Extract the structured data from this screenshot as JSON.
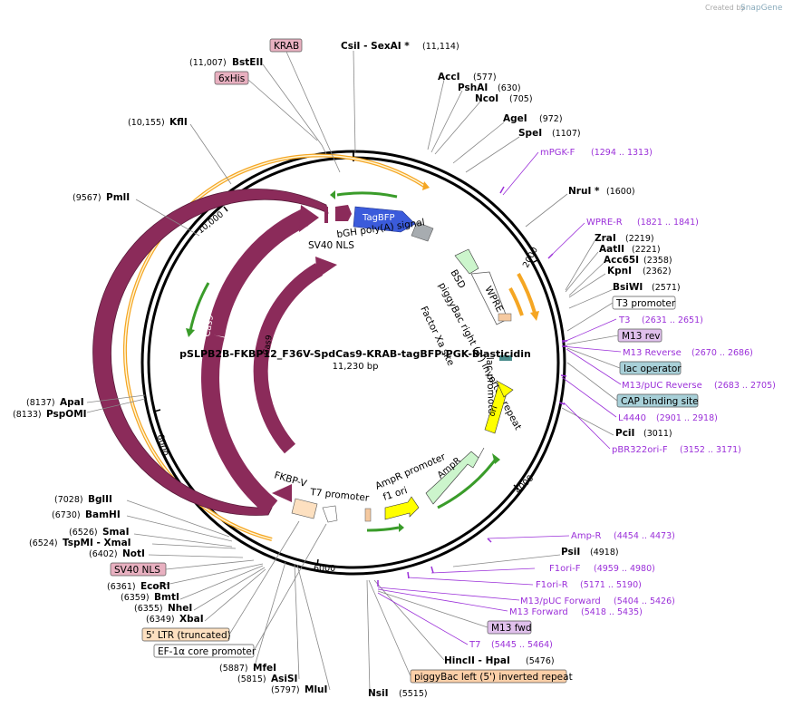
{
  "watermark": {
    "created_by": "Created by",
    "brand": "SnapGene"
  },
  "plasmid": {
    "name": "pSLPB2B-FKBP12_F36V-SpdCas9-KRAB-tagBFP-PGK-Blasticidin",
    "size": "11,230 bp"
  },
  "ruler_ticks": [
    "2000",
    "4000",
    "6000",
    "8000",
    "10,000"
  ],
  "colors": {
    "cas9": "#8b2b5a",
    "tagbfp": "#3b5bdb",
    "ori": "#ffff00",
    "ampr": "#ccf5cc",
    "orange": "#f5a623",
    "primer": "#9b30d9",
    "greenarrow": "#3a9c2a"
  },
  "enzymes_left": [
    {
      "pos": "(11,007)",
      "name": "BstEII"
    },
    {
      "pos": "(10,155)",
      "name": "KflI"
    },
    {
      "pos": "(9567)",
      "name": "PmlI"
    },
    {
      "pos": "(8137)",
      "name": "ApaI"
    },
    {
      "pos": "(8133)",
      "name": "PspOMI"
    },
    {
      "pos": "(7028)",
      "name": "BglII"
    },
    {
      "pos": "(6730)",
      "name": "BamHI"
    },
    {
      "pos": "(6526)",
      "name": "SmaI"
    },
    {
      "pos": "(6524)",
      "name": "TspMI  -  XmaI"
    },
    {
      "pos": "(6402)",
      "name": "NotI"
    },
    {
      "pos": "(6361)",
      "name": "EcoRI"
    },
    {
      "pos": "(6359)",
      "name": "BmtI"
    },
    {
      "pos": "(6355)",
      "name": "NheI"
    },
    {
      "pos": "(6349)",
      "name": "XbaI"
    },
    {
      "pos": "(5887)",
      "name": "MfeI"
    },
    {
      "pos": "(5815)",
      "name": "AsiSI"
    },
    {
      "pos": "(5797)",
      "name": "MluI"
    }
  ],
  "enzymes_right": [
    {
      "name": "CsiI  -  SexAI *",
      "pos": "(11,114)"
    },
    {
      "name": "AccI",
      "pos": "(577)"
    },
    {
      "name": "PshAI",
      "pos": "(630)"
    },
    {
      "name": "NcoI",
      "pos": "(705)"
    },
    {
      "name": "AgeI",
      "pos": "(972)"
    },
    {
      "name": "SpeI",
      "pos": "(1107)"
    },
    {
      "name": "NruI *",
      "pos": "(1600)"
    },
    {
      "name": "ZraI",
      "pos": "(2219)"
    },
    {
      "name": "AatII",
      "pos": "(2221)"
    },
    {
      "name": "Acc65I",
      "pos": "(2358)"
    },
    {
      "name": "KpnI",
      "pos": "(2362)"
    },
    {
      "name": "BsiWI",
      "pos": "(2571)"
    },
    {
      "name": "PciI",
      "pos": "(3011)"
    },
    {
      "name": "PsiI",
      "pos": "(4918)"
    },
    {
      "name": "HincII  -  HpaI",
      "pos": "(5476)"
    },
    {
      "name": "NsiI",
      "pos": "(5515)"
    }
  ],
  "primers": [
    {
      "name": "mPGK-F",
      "pos": "(1294 .. 1313)"
    },
    {
      "name": "WPRE-R",
      "pos": "(1821 .. 1841)"
    },
    {
      "name": "T3",
      "pos": "(2631 .. 2651)"
    },
    {
      "name": "M13 Reverse",
      "pos": "(2670 .. 2686)"
    },
    {
      "name": "M13/pUC Reverse",
      "pos": "(2683 .. 2705)"
    },
    {
      "name": "L4440",
      "pos": "(2901 .. 2918)"
    },
    {
      "name": "pBR322ori-F",
      "pos": "(3152 .. 3171)"
    },
    {
      "name": "Amp-R",
      "pos": "(4454 .. 4473)"
    },
    {
      "name": "F1ori-F",
      "pos": "(4959 .. 4980)"
    },
    {
      "name": "F1ori-R",
      "pos": "(5171 .. 5190)"
    },
    {
      "name": "M13/pUC Forward",
      "pos": "(5404 .. 5426)"
    },
    {
      "name": "M13 Forward",
      "pos": "(5418 .. 5435)"
    },
    {
      "name": "T7",
      "pos": "(5445 .. 5464)"
    }
  ],
  "boxed_labels": {
    "krab": "KRAB",
    "his": "6xHis",
    "t3promoter": "T3 promoter",
    "m13rev": "M13 rev",
    "lacop": "lac operator",
    "cap": "CAP binding site",
    "sv40": "SV40 NLS",
    "ltr": "5' LTR (truncated)",
    "ef1a": "EF-1α core promoter",
    "m13fwd": "M13 fwd",
    "pbleft": "piggyBac left (5') inverted repeat"
  },
  "inner_labels": {
    "tagbfp": "TagBFP",
    "bgh": "bGH poly(A) signal",
    "sv40nls": "SV40 NLS",
    "bsd": "BSD",
    "wpre": "WPRE",
    "pbright": "piggyBac right (3') inverted repeat",
    "factorxa": "Factor Xa site",
    "lacpromoter": "lac promoter",
    "ori": "ori",
    "cas9a": "Cas9",
    "cas9b": "Cas9",
    "fkbpv": "FKBP-V",
    "t7promoter": "T7 promoter",
    "amprpromoter": "AmpR promoter",
    "f1ori": "f1 ori",
    "ampr": "AmpR"
  }
}
